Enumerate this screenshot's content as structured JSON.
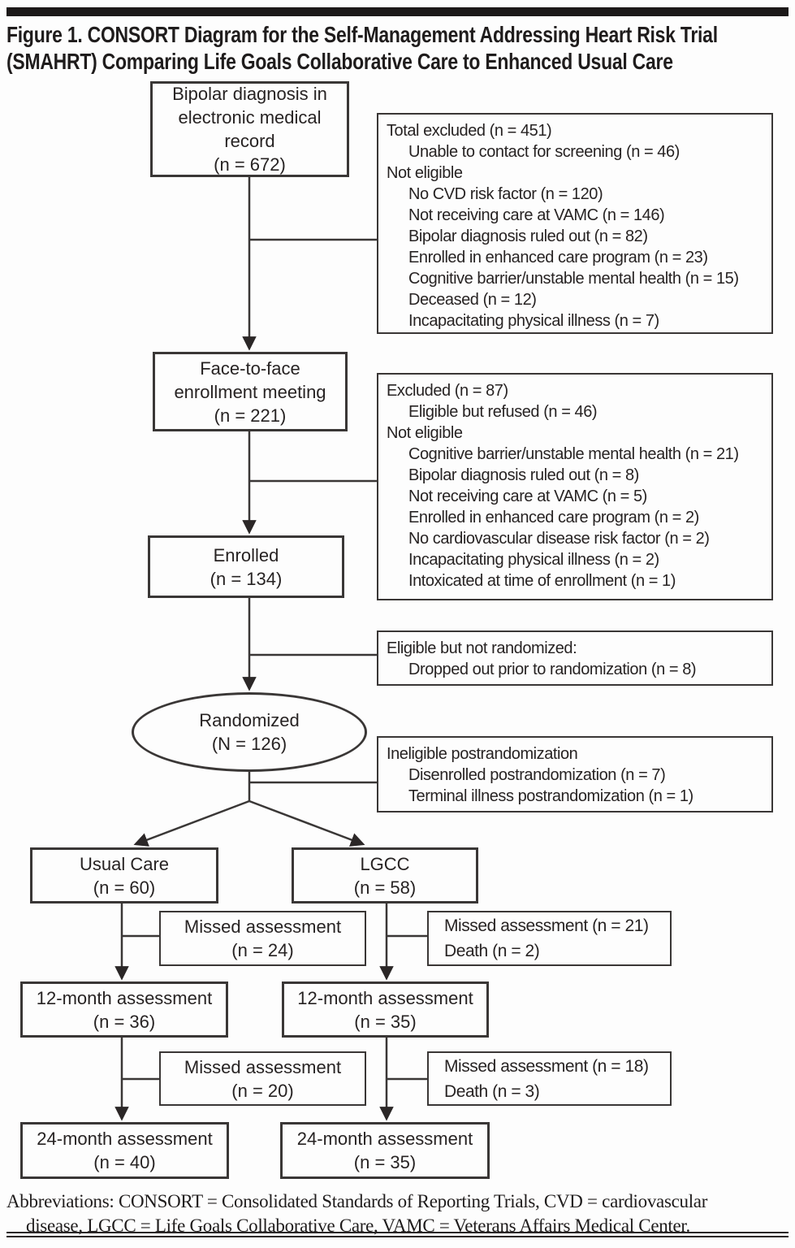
{
  "colors": {
    "ink": "#272323",
    "line": "#3a3736",
    "top_bar": "#1c1919",
    "background": "#fdfdfd"
  },
  "header": {
    "title": "Figure 1. CONSORT Diagram for the Self-Management Addressing Heart Risk Trial\n(SMAHRT) Comparing Life Goals Collaborative Care to Enhanced Usual Care"
  },
  "flow": {
    "emr": "Bipolar diagnosis in\nelectronic medical\nrecord\n(n = 672)",
    "enrollment_meeting": "Face-to-face\nenrollment meeting\n(n = 221)",
    "enrolled": "Enrolled\n(n = 134)",
    "randomized": "Randomized\n(N = 126)",
    "usual_care": "Usual Care\n(n = 60)",
    "lgcc": "LGCC\n(n = 58)",
    "missed_12_usual_care": "Missed assessment\n(n = 24)",
    "assessment_12_usual_care": "12-month assessment\n(n = 36)",
    "assessment_12_lgcc": "12-month assessment\n(n = 35)",
    "missed_24_usual_care": "Missed assessment\n(n = 20)",
    "assessment_24_usual_care": "24-month assessment\n(n = 40)",
    "assessment_24_lgcc": "24-month assessment\n(n = 35)"
  },
  "side": {
    "excluded_screening": {
      "lines": [
        {
          "text": "Total excluded (n = 451)",
          "indent": false
        },
        {
          "text": "Unable to contact for screening (n = 46)",
          "indent": true
        },
        {
          "text": "Not eligible",
          "indent": false
        },
        {
          "text": "No CVD risk factor (n = 120)",
          "indent": true
        },
        {
          "text": "Not receiving care at VAMC (n = 146)",
          "indent": true
        },
        {
          "text": "Bipolar diagnosis ruled out (n = 82)",
          "indent": true
        },
        {
          "text": "Enrolled in enhanced care program (n = 23)",
          "indent": true
        },
        {
          "text": "Cognitive barrier/unstable mental health (n = 15)",
          "indent": true
        },
        {
          "text": "Deceased (n = 12)",
          "indent": true
        },
        {
          "text": "Incapacitating physical illness (n = 7)",
          "indent": true
        }
      ]
    },
    "excluded_enrollment": {
      "lines": [
        {
          "text": "Excluded (n = 87)",
          "indent": false
        },
        {
          "text": "Eligible but refused (n = 46)",
          "indent": true
        },
        {
          "text": "Not eligible",
          "indent": false
        },
        {
          "text": "Cognitive barrier/unstable mental health (n = 21)",
          "indent": true
        },
        {
          "text": "Bipolar diagnosis ruled out (n = 8)",
          "indent": true
        },
        {
          "text": "Not receiving care at VAMC (n = 5)",
          "indent": true
        },
        {
          "text": "Enrolled in enhanced care program (n = 2)",
          "indent": true
        },
        {
          "text": "No cardiovascular disease risk factor (n = 2)",
          "indent": true
        },
        {
          "text": "Incapacitating physical illness (n = 2)",
          "indent": true
        },
        {
          "text": "Intoxicated at time of enrollment (n = 1)",
          "indent": true
        }
      ]
    },
    "not_randomized": {
      "lines": [
        {
          "text": "Eligible but not randomized:",
          "indent": false
        },
        {
          "text": "Dropped out prior to randomization (n = 8)",
          "indent": true
        }
      ]
    },
    "ineligible_postrandomization": {
      "lines": [
        {
          "text": "Ineligible postrandomization",
          "indent": false
        },
        {
          "text": "Disenrolled postrandomization (n = 7)",
          "indent": true
        },
        {
          "text": "Terminal illness postrandomization (n = 1)",
          "indent": true
        }
      ]
    },
    "missed_12_lgcc": {
      "lines": [
        {
          "text": "Missed assessment (n = 21)",
          "indent": false
        },
        {
          "text": "Death (n = 2)",
          "indent": false
        }
      ]
    },
    "missed_24_lgcc": {
      "lines": [
        {
          "text": "Missed assessment (n = 18)",
          "indent": false
        },
        {
          "text": "Death (n = 3)",
          "indent": false
        }
      ]
    }
  },
  "footer": {
    "abbreviations": {
      "lines": [
        {
          "text": "Abbreviations: CONSORT = Consolidated Standards of Reporting Trials, CVD = cardiovascular",
          "indent": false
        },
        {
          "text": "disease, LGCC = Life Goals Collaborative Care, VAMC = Veterans Affairs Medical Center.",
          "indent": true
        }
      ]
    }
  }
}
